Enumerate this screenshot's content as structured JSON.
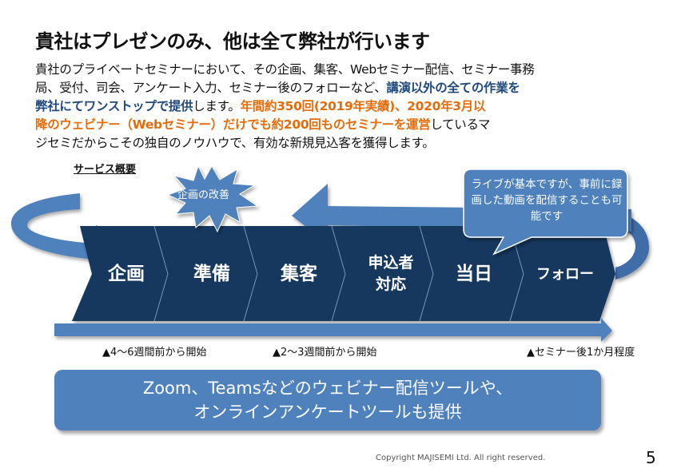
{
  "title": "貴社はプレゼンのみ、他は全て弊社が行います",
  "paragraph": {
    "l1": "貴社のプライベートセミナーにおいて、その企画、集客、Webセミナー配信、セミナー事務",
    "l2a": "局、受付、司会、アンケート入力、セミナー後のフォローなど、",
    "l2b": "講演以外の全ての作業を",
    "l3a": "弊社にてワンストップで提供",
    "l3b": "します。",
    "l3c": "年間約350回(2019年実績)、2020年3月以",
    "l4a": "降のウェビナー（Webセミナー）だけでも約200回ものセミナーを運営",
    "l4b": "しているマ",
    "l5": "ジセミだからこその独自のノウハウで、有効な新規見込客を獲得します。"
  },
  "service_heading": "サービス概要",
  "improvement_burst": "企画の改善",
  "callout": "ライブが基本ですが、事前に録画した動画を配信することも可能です",
  "steps": [
    {
      "label": "企画"
    },
    {
      "label": "準備"
    },
    {
      "label": "集客"
    },
    {
      "label": "申込者\n対応"
    },
    {
      "label": "当日"
    },
    {
      "label": "フォロー"
    }
  ],
  "timeline_labels": [
    "▲4～6週間前から開始",
    "▲2～3週間前から開始",
    "▲セミナー後1か月程度"
  ],
  "bottom_box": {
    "line1": "Zoom、Teamsなどのウェビナー配信ツールや、",
    "line2": "オンラインアンケートツールも提供"
  },
  "copyright": "Copyright MAJISEMI Ltd. All right reserved.",
  "page_number": "5",
  "colors": {
    "navy": "#17375E",
    "blue": "#4F81BD",
    "highlight_blue": "#1F497D",
    "orange": "#E46C0A"
  }
}
